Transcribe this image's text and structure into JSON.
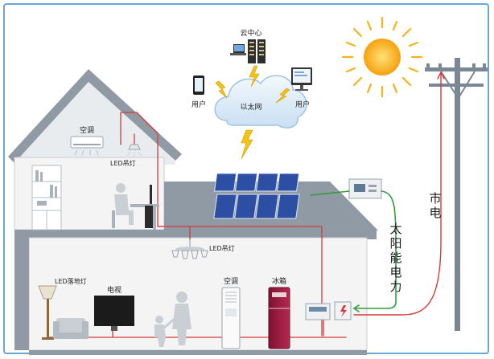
{
  "cloud_center": "云中心",
  "internet": "以太网",
  "user_left": "用户",
  "user_right": "用户",
  "ac_upper": "空调",
  "led_ceiling_upper": "LED吊灯",
  "led_ceiling_lower": "LED吊灯",
  "floor_lamp": "LED落地灯",
  "tv": "电视",
  "ac_lower": "空调",
  "fridge": "冰箱",
  "solar_power": "太阳能电力",
  "grid_power": "市电",
  "colors": {
    "power_line": "#d63a3a",
    "solar_line": "#2e9e3e",
    "roof": "#8f9aa4",
    "wall": "#f4f4f4",
    "panel": "#2c4fa3",
    "sun": "#f6b21a",
    "bolt": "#f3c316"
  }
}
